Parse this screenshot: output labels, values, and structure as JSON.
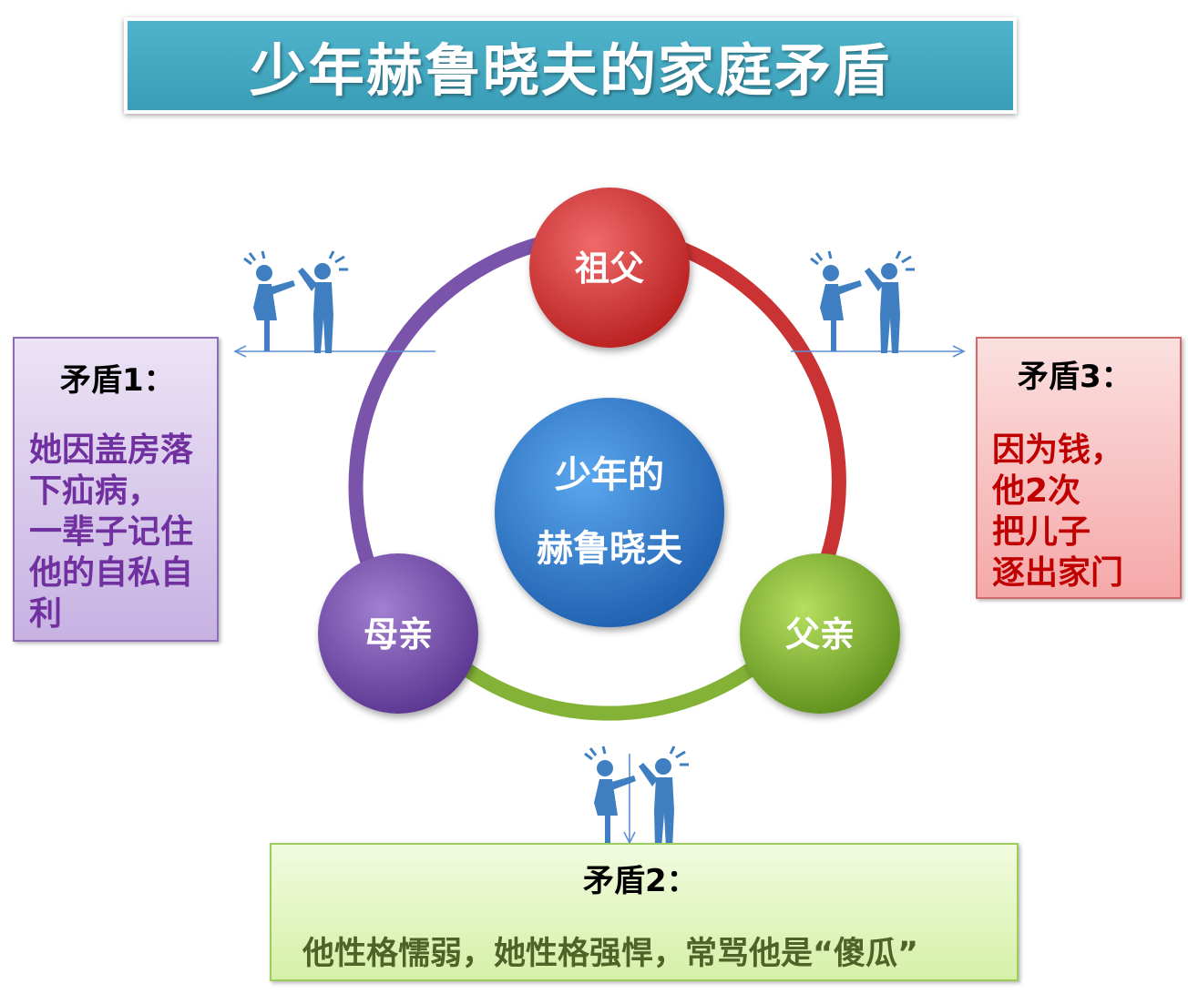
{
  "title": "少年赫鲁晓夫的家庭矛盾",
  "center": {
    "line1": "少年的",
    "line2": "赫鲁晓夫"
  },
  "nodes": {
    "grandfather": {
      "label": "祖父",
      "color": "#d63b3b"
    },
    "mother": {
      "label": "母亲",
      "color": "#7a53aa"
    },
    "father": {
      "label": "父亲",
      "color": "#86b63a"
    }
  },
  "conflicts": [
    {
      "heading": "矛盾1：",
      "text": "她因盖房落\n下疝病，\n一辈子记住\n他的自私自\n利",
      "text_color": "#7030a0"
    },
    {
      "heading": "矛盾2：",
      "text": "他性格懦弱，她性格强悍，常骂他是“傻瓜”",
      "text_color": "#4f6228"
    },
    {
      "heading": "矛盾3：",
      "text": "因为钱，\n他2次\n把儿子\n逐出家门",
      "text_color": "#c00000"
    }
  ],
  "icons": [
    "arguing-couple-icon",
    "arguing-couple-icon",
    "arguing-couple-icon"
  ],
  "colors": {
    "title_bg": "#4aabc5",
    "icon": "#3f7fc1",
    "arrow": "#5b8fd6",
    "center": "#2f7fd1"
  }
}
